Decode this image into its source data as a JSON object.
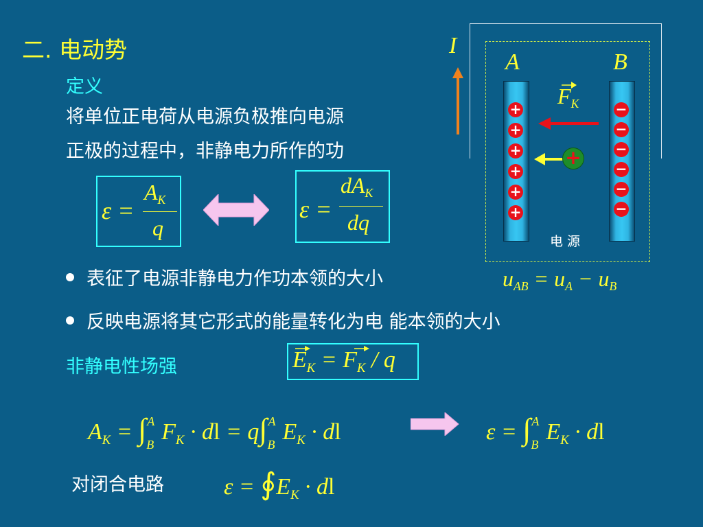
{
  "title": "二. 电动势",
  "definition": {
    "label": "定义",
    "line1": "将单位正电荷从电源负极推向电源",
    "line2": "正极的过程中，非静电力所作的功"
  },
  "bullets": [
    "表征了电源非静电力作功本领的大小",
    "反映电源将其它形式的能量转化为电 能本领的大小"
  ],
  "field_label": "非静电性场强",
  "closed_label": "对闭合电路",
  "diagram": {
    "current_symbol": "I",
    "plate_a_label": "A",
    "plate_b_label": "B",
    "force_symbol": "F",
    "force_sub": "K",
    "source_label": "电 源",
    "charge_symbol": "+"
  },
  "formulas": {
    "emf1": {
      "lhs": "ε =",
      "num": "A",
      "num_sub": "K",
      "den": "q"
    },
    "emf2": {
      "lhs": "ε =",
      "num": "dA",
      "num_sub": "K",
      "den": "dq"
    },
    "potential": "u_AB = u_A − u_B",
    "field": "E_K = F_K / q",
    "work": "A_K = ∫_B^A F_K · dl = q ∫_B^A E_K · dl",
    "emf_integral": "ε = ∫_B^A E_K · dl",
    "emf_closed": "ε = ∮ E_K · dl"
  },
  "colors": {
    "background": "#0b5d88",
    "title": "#ffff33",
    "accent": "#33ffff",
    "text": "#ffffff",
    "formula": "#ffff33",
    "charge": "#e8121a",
    "arrow_pink": "#f6c6ee"
  }
}
